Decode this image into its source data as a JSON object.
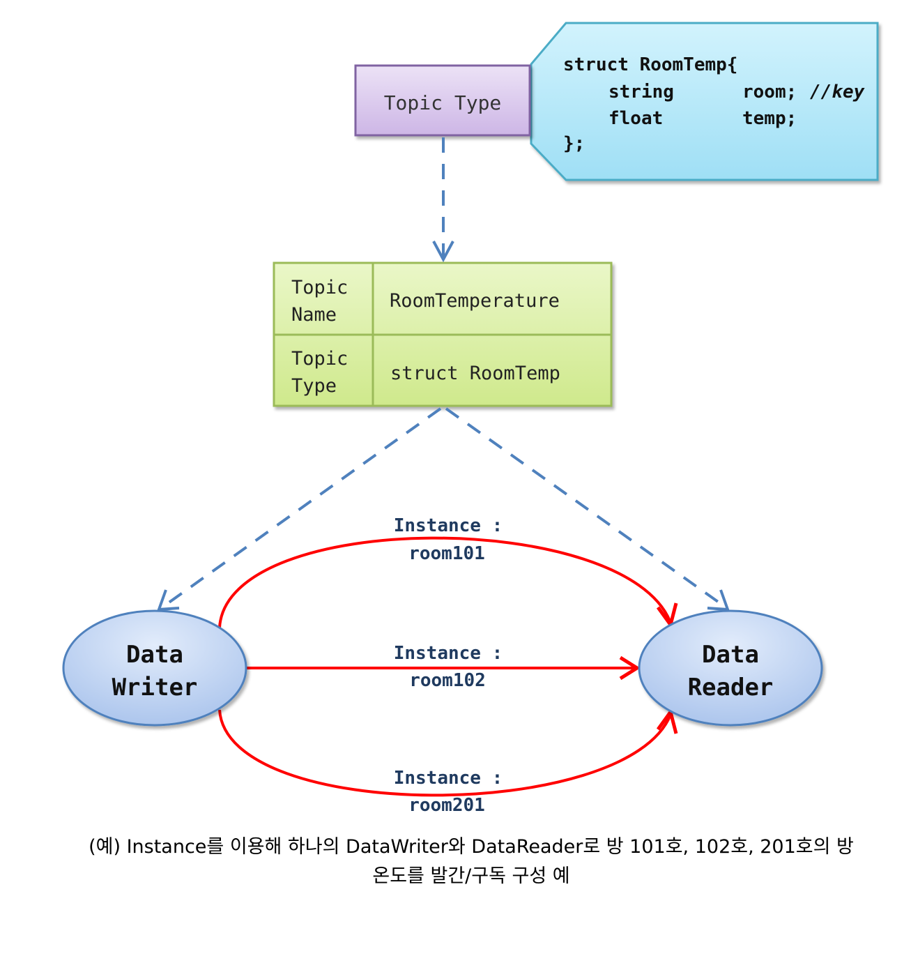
{
  "topic_type_box": {
    "label": "Topic Type"
  },
  "code_callout": {
    "lines": [
      {
        "a": "struct RoomTemp{",
        "b": "",
        "c": ""
      },
      {
        "a": "string",
        "b": "room;",
        "c": "//key"
      },
      {
        "a": "float",
        "b": "temp;",
        "c": ""
      },
      {
        "a": "};",
        "b": "",
        "c": ""
      }
    ]
  },
  "topic_table": {
    "rows": [
      {
        "key_line1": "Topic",
        "key_line2": "Name",
        "value": "RoomTemperature"
      },
      {
        "key_line1": "Topic",
        "key_line2": "Type",
        "value": "struct RoomTemp"
      }
    ]
  },
  "writer": {
    "line1": "Data",
    "line2": "Writer"
  },
  "reader": {
    "line1": "Data",
    "line2": "Reader"
  },
  "instances": [
    {
      "line1": "Instance :",
      "line2": "room101"
    },
    {
      "line1": "Instance :",
      "line2": "room102"
    },
    {
      "line1": "Instance :",
      "line2": "room201"
    }
  ],
  "caption": {
    "line1": "(예) Instance를 이용해 하나의 DataWriter와 DataReader로 방 101호, 102호, 201호의 방",
    "line2": "온도를 발간/구독 구성 예"
  },
  "colors": {
    "topic_type_fill": "#d9c6ec",
    "topic_type_border": "#8064a2",
    "callout_fill": "#a6e3f7",
    "callout_border": "#4bacc6",
    "table_fill": "#d7ef9a",
    "table_border": "#9bbb59",
    "ellipse_fill": "#b8cff0",
    "ellipse_border": "#4f81bd",
    "dashed_arrow": "#4f81bd",
    "instance_arrow": "#ff0000",
    "instance_text": "#1f3a5f"
  }
}
